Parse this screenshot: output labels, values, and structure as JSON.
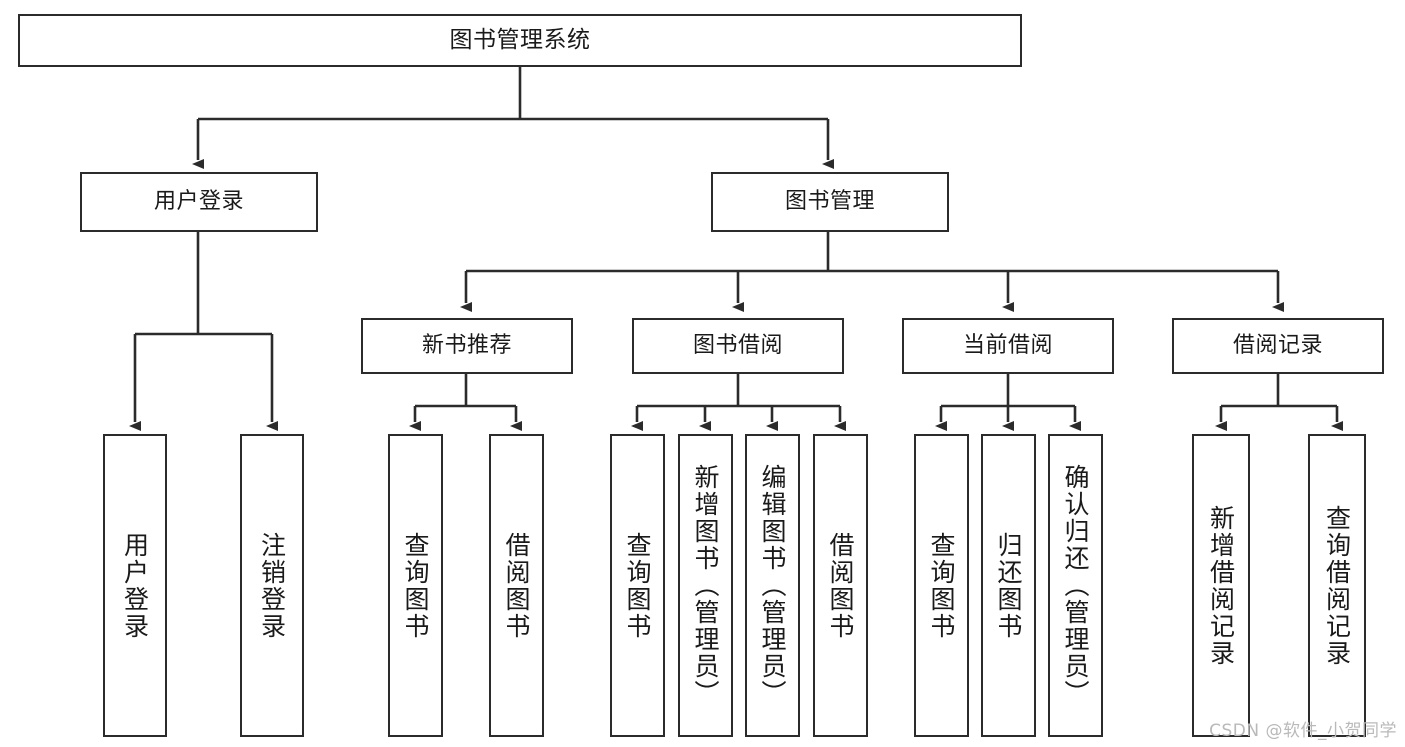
{
  "diagram": {
    "title": "图书管理系统",
    "watermark": "CSDN @软件_小贺同学",
    "colors": {
      "box_border": "#2b2b2b",
      "box_fill": "#ffffff",
      "edge": "#2b2b2b",
      "text": "#1a1a1a",
      "watermark": "#b9b9b9",
      "background": "#ffffff"
    },
    "nodes": {
      "root": {
        "label": "图书管理系统"
      },
      "level2": [
        {
          "id": "user-login",
          "label": "用户登录"
        },
        {
          "id": "book-manage",
          "label": "图书管理"
        }
      ],
      "level3": [
        {
          "id": "new-book-recommend",
          "label": "新书推荐"
        },
        {
          "id": "book-borrow",
          "label": "图书借阅"
        },
        {
          "id": "current-borrow",
          "label": "当前借阅"
        },
        {
          "id": "borrow-record",
          "label": "借阅记录"
        }
      ],
      "leaves": {
        "user_login": [
          {
            "id": "leaf-user-login",
            "label": "用户登录"
          },
          {
            "id": "leaf-logout-login",
            "label": "注销登录"
          }
        ],
        "new_book_recommend": [
          {
            "id": "leaf-query-book-1",
            "label": "查询图书"
          },
          {
            "id": "leaf-borrow-book-1",
            "label": "借阅图书"
          }
        ],
        "book_borrow": [
          {
            "id": "leaf-query-book-2",
            "label": "查询图书"
          },
          {
            "id": "leaf-add-book",
            "label": "新增图书（管理员）"
          },
          {
            "id": "leaf-edit-book",
            "label": "编辑图书（管理员）"
          },
          {
            "id": "leaf-borrow-book-2",
            "label": "借阅图书"
          }
        ],
        "current_borrow": [
          {
            "id": "leaf-query-book-3",
            "label": "查询图书"
          },
          {
            "id": "leaf-return-book",
            "label": "归还图书"
          },
          {
            "id": "leaf-confirm-return",
            "label": "确认归还（管理员）"
          }
        ],
        "borrow_record": [
          {
            "id": "leaf-add-record",
            "label": "新增借阅记录"
          },
          {
            "id": "leaf-query-record",
            "label": "查询借阅记录"
          }
        ]
      }
    }
  }
}
